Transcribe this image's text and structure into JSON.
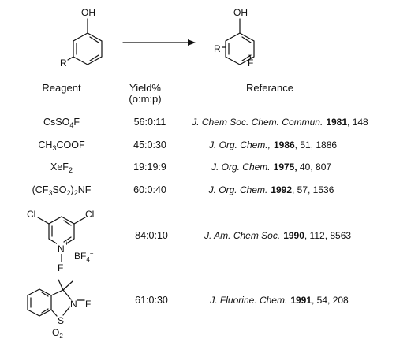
{
  "scheme": {
    "reactant": {
      "oh": "OH",
      "r": "R"
    },
    "product": {
      "oh": "OH",
      "r": "R",
      "f": "F"
    }
  },
  "headers": {
    "reagent": "Reagent",
    "yield": "Yield%",
    "yield_sub": "(o:m:p)",
    "reference": "Referance"
  },
  "rows": [
    {
      "reagent": "CsSO4F",
      "yield": "56:0:11",
      "ref": {
        "journal": "J. Chem Soc. Chem. Commun.",
        "year": "1981",
        "rest": ", 148"
      }
    },
    {
      "reagent": "CH3COOF",
      "yield": "45:0:30",
      "ref": {
        "journal": "J. Org. Chem.,",
        "year": "1986",
        "rest": ", 51, 1886"
      }
    },
    {
      "reagent": "XeF2",
      "yield": "19:19:9",
      "ref": {
        "journal": "J. Org. Chem.",
        "year": "1975,",
        "rest": " 40, 807"
      }
    },
    {
      "reagent": "(CF3SO2)2NF",
      "yield": "60:0:40",
      "ref": {
        "journal": "J. Org. Chem.",
        "year": "1992",
        "rest": ", 57, 1536"
      }
    },
    {
      "reagent": "pyridinium",
      "yield": "84:0:10",
      "ref": {
        "journal": "J. Am. Chem Soc.",
        "year": "1990",
        "rest": ", 112, 8563"
      }
    },
    {
      "reagent": "sultam",
      "yield": "61:0:30",
      "ref": {
        "journal": "J. Fluorine. Chem.",
        "year": "1991",
        "rest": ", 54, 208"
      }
    }
  ],
  "structures": {
    "pyridinium": {
      "cl_left": "Cl",
      "cl_right": "Cl",
      "n": "N",
      "plus": "+",
      "f": "F",
      "bf": "BF",
      "bf_sub": "4",
      "bf_charge": "−"
    },
    "sultam": {
      "n": "N",
      "f": "F",
      "s": "S",
      "o": "O",
      "o_sub": "2"
    }
  }
}
